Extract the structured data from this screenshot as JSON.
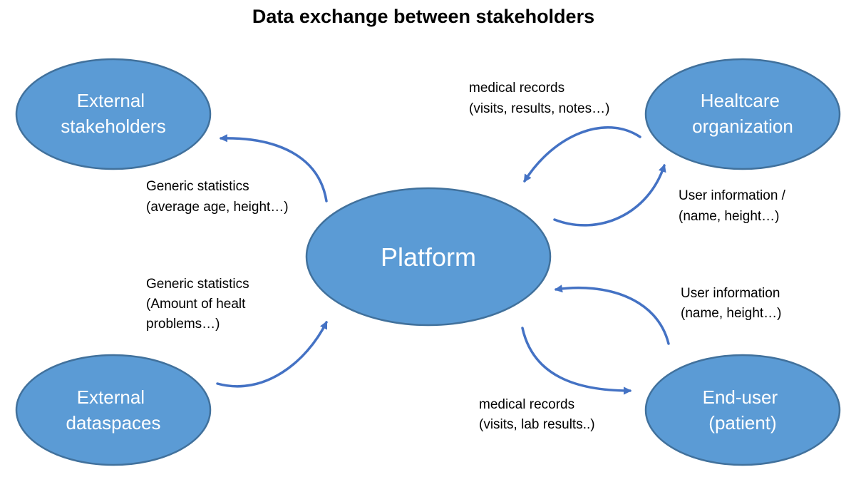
{
  "title": "Data exchange between stakeholders",
  "colors": {
    "node_fill": "#5b9bd5",
    "node_stroke": "#41719c",
    "arrow": "#4472c4",
    "text": "#000000",
    "node_text": "#ffffff"
  },
  "nodes": {
    "external_stakeholders": [
      "External",
      "stakeholders"
    ],
    "healthcare_organization": [
      "Healtcare",
      "organization"
    ],
    "platform": [
      "Platform"
    ],
    "external_dataspaces": [
      "External",
      "dataspaces"
    ],
    "end_user": [
      "End-user",
      "(patient)"
    ]
  },
  "edges": {
    "to_external_stakeholders": [
      "Generic statistics",
      "(average age, height…)"
    ],
    "from_external_dataspaces": [
      "Generic statistics",
      "(Amount of healt",
      "problems…)"
    ],
    "from_healthcare": [
      "medical records",
      "(visits, results, notes…)"
    ],
    "to_healthcare": [
      "User information /",
      "(name, height…)"
    ],
    "from_end_user": [
      "User information",
      "(name, height…)"
    ],
    "to_end_user": [
      "medical records",
      "(visits, lab results..)"
    ]
  }
}
